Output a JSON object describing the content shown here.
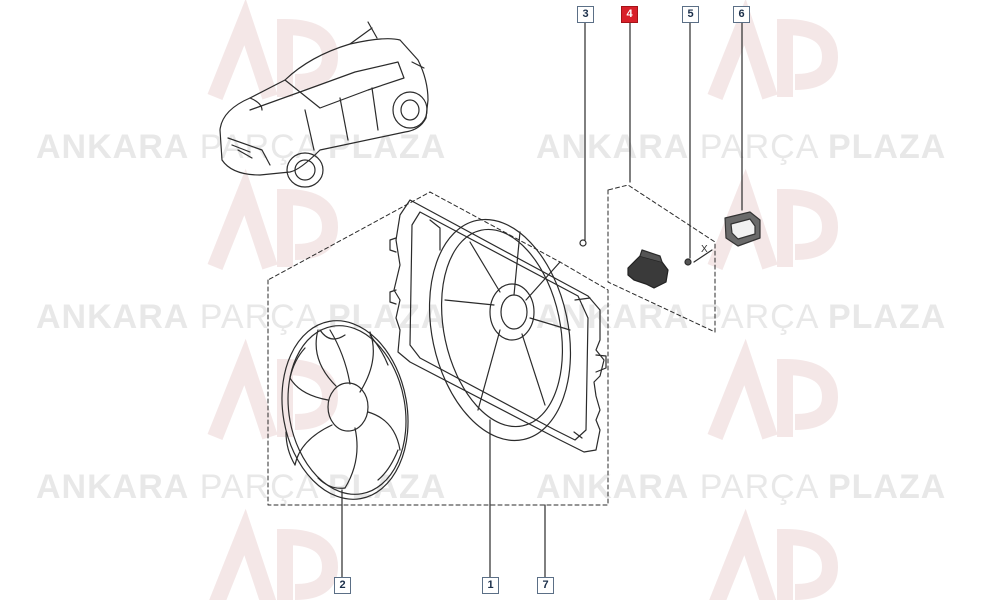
{
  "watermark": {
    "word_bold_1": "ANKARA",
    "word_light": "PARÇA",
    "word_bold_2": "PLAZA"
  },
  "callouts": [
    {
      "id": "callout-1",
      "label": "1"
    },
    {
      "id": "callout-2",
      "label": "2"
    },
    {
      "id": "callout-3",
      "label": "3"
    },
    {
      "id": "callout-4",
      "label": "4",
      "highlighted": true
    },
    {
      "id": "callout-5",
      "label": "5"
    },
    {
      "id": "callout-6",
      "label": "6"
    },
    {
      "id": "callout-7",
      "label": "7"
    }
  ],
  "annotation_x": "X",
  "colors": {
    "line": "#2b2b2b",
    "callout_border": "#5b6f86",
    "highlight": "#d8202a",
    "watermark_logo": "#e9c9c9"
  }
}
